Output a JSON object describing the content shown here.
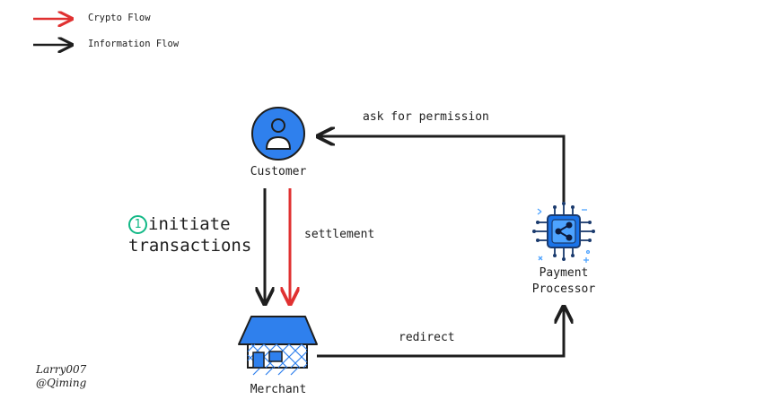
{
  "legend": {
    "crypto_label": "Crypto Flow",
    "crypto_color": "#e03131",
    "info_label": "Information Flow",
    "info_color": "#1e1e1e"
  },
  "nodes": {
    "customer": "Customer",
    "merchant": "Merchant",
    "processor_line1": "Payment",
    "processor_line2": "Processor"
  },
  "edges": {
    "ask_permission": "ask for permission",
    "settlement": "settlement",
    "redirect": "redirect"
  },
  "step": {
    "number": "1",
    "line1": "initiate",
    "line2": "transactions",
    "color": "#12b886"
  },
  "signature": {
    "line1": "Larry007",
    "line2": "@Qiming"
  },
  "colors": {
    "customer_fill": "#2f80ed",
    "house_fill": "#2f80ed",
    "chip_fill": "#1a73e8"
  },
  "icons": {
    "customer": "user-icon",
    "merchant": "store-icon",
    "processor": "ripple-chip-icon"
  }
}
